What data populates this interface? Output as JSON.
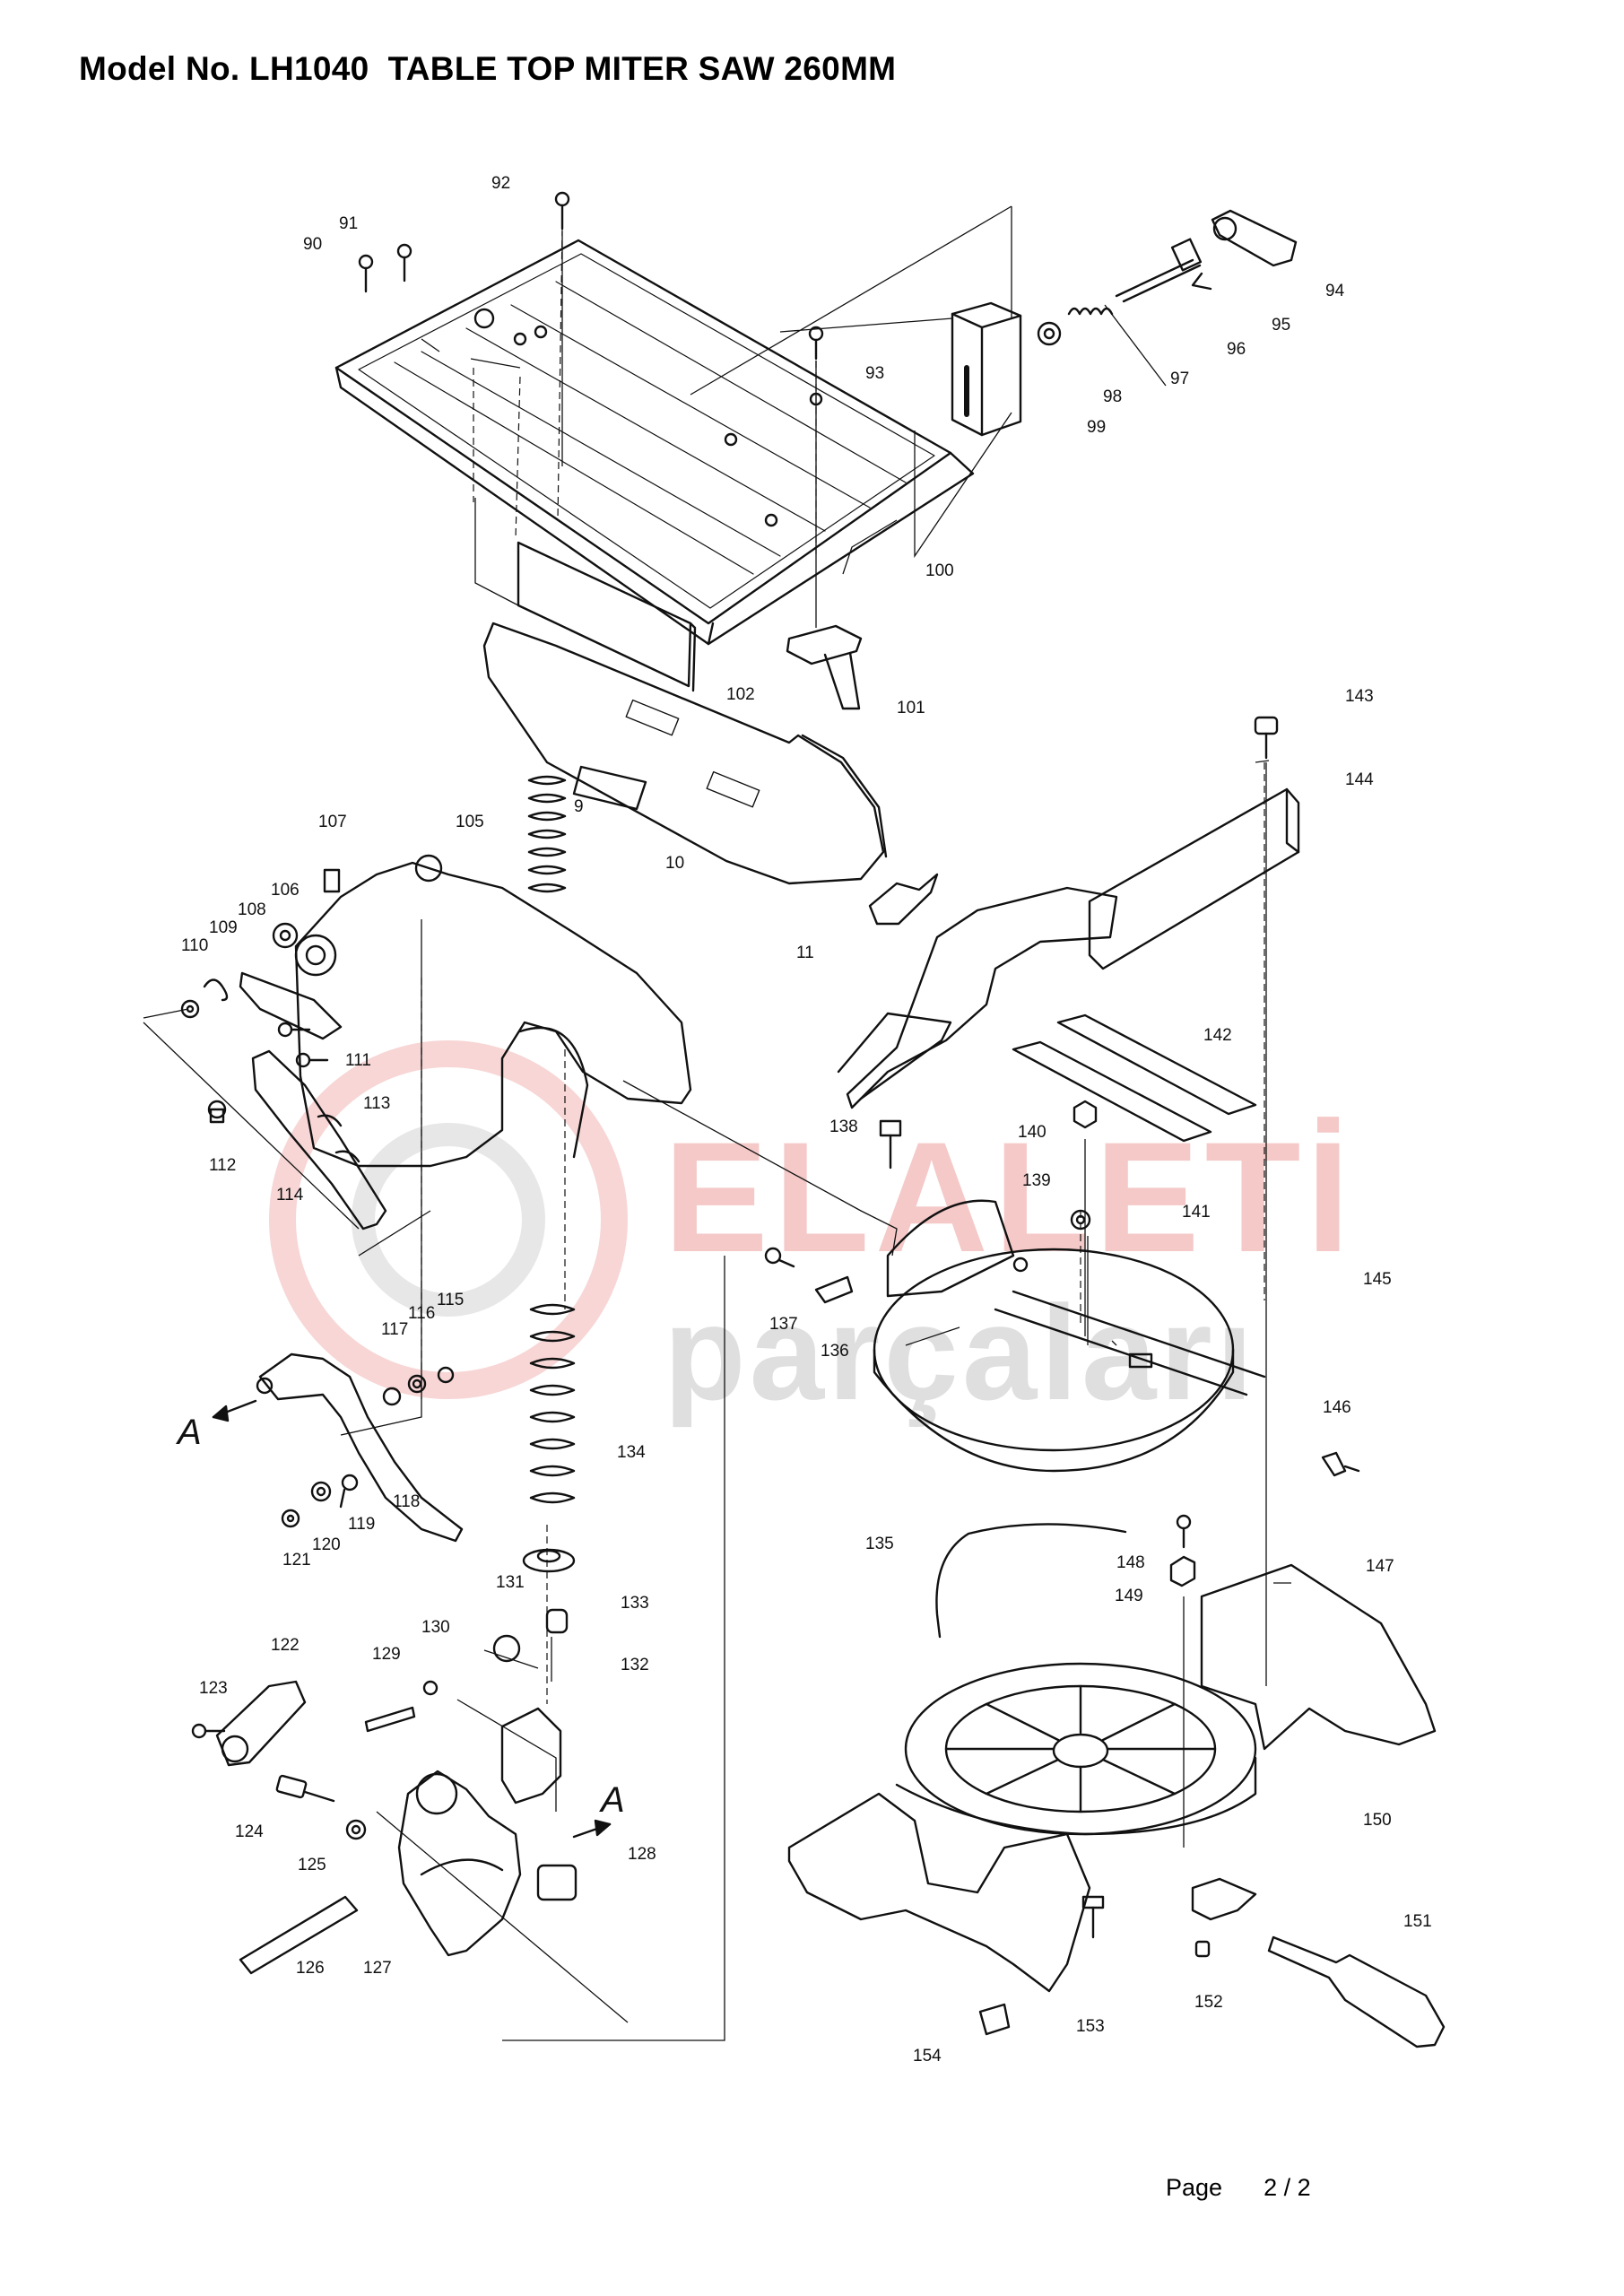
{
  "title": "Model No. LH1040  TABLE TOP MITER SAW 260MM",
  "footer": {
    "page_label": "Page",
    "page_number": "2 / 2"
  },
  "watermark": {
    "line1": "ELALETİ",
    "line2": "parçaları",
    "color_primary": "#e88a86",
    "color_secondary": "#b9b9b9"
  },
  "view_markers": [
    "A",
    "A"
  ],
  "parts": [
    "9",
    "10",
    "11",
    "90",
    "91",
    "92",
    "93",
    "94",
    "95",
    "96",
    "97",
    "98",
    "99",
    "100",
    "101",
    "102",
    "105",
    "106",
    "107",
    "108",
    "109",
    "110",
    "111",
    "112",
    "113",
    "114",
    "115",
    "116",
    "117",
    "118",
    "119",
    "120",
    "121",
    "122",
    "123",
    "124",
    "125",
    "126",
    "127",
    "128",
    "129",
    "130",
    "131",
    "132",
    "133",
    "134",
    "135",
    "136",
    "137",
    "138",
    "139",
    "140",
    "141",
    "142",
    "143",
    "144",
    "145",
    "146",
    "147",
    "148",
    "149",
    "150",
    "151",
    "152",
    "153",
    "154"
  ]
}
